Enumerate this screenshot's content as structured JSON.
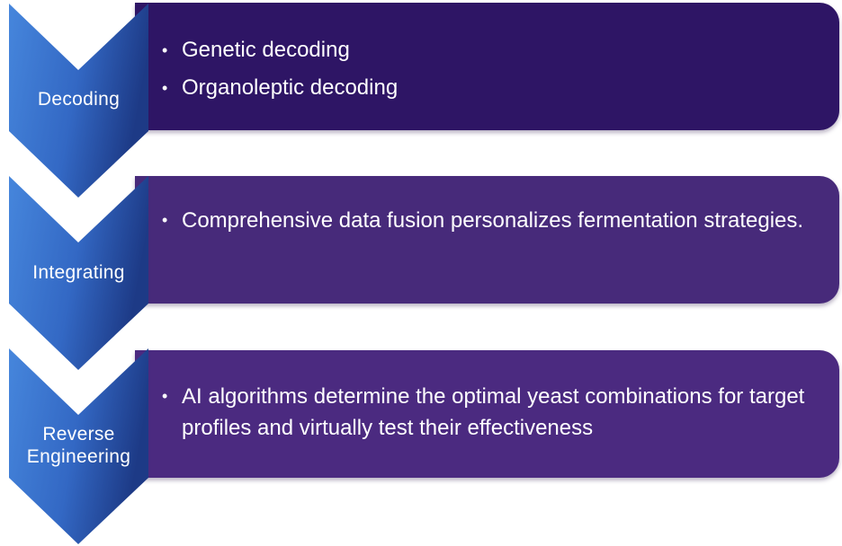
{
  "stages": [
    {
      "label": "Decoding",
      "bullets": [
        "Genetic decoding",
        "Organoleptic decoding"
      ]
    },
    {
      "label": "Integrating",
      "bullets": [
        "Comprehensive data fusion personalizes fermentation strategies."
      ]
    },
    {
      "label": "Reverse Engineering",
      "label_lines": [
        "Reverse",
        "Engineering"
      ],
      "bullets": [
        "AI algorithms determine the optimal yeast combinations for target profiles and virtually test their effectiveness"
      ]
    }
  ],
  "colors": {
    "chevron_light": "#3f7fd6",
    "chevron_dark": "#1d3a86",
    "panel_1": "#2e1565",
    "panel_2": "#472a7a",
    "panel_3": "#4b2a80",
    "text": "#ffffff"
  }
}
